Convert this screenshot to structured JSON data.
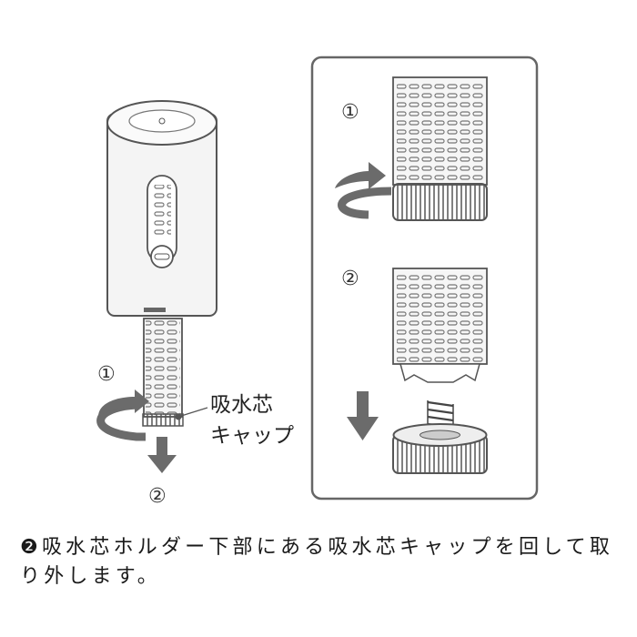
{
  "left_figure": {
    "step1_marker": "①",
    "step2_marker": "②",
    "label_line1": "吸水芯",
    "label_line2": "キャップ"
  },
  "right_panel": {
    "step1_marker": "①",
    "step2_marker": "②"
  },
  "caption": {
    "step_number": "❷",
    "text": "吸水芯ホルダー下部にある吸水芯キャップを回して取り外します。"
  },
  "colors": {
    "outline": "#555555",
    "arrow": "#6b6b6b",
    "body": "#f2f2f2",
    "cap": "#8a8a8a"
  }
}
